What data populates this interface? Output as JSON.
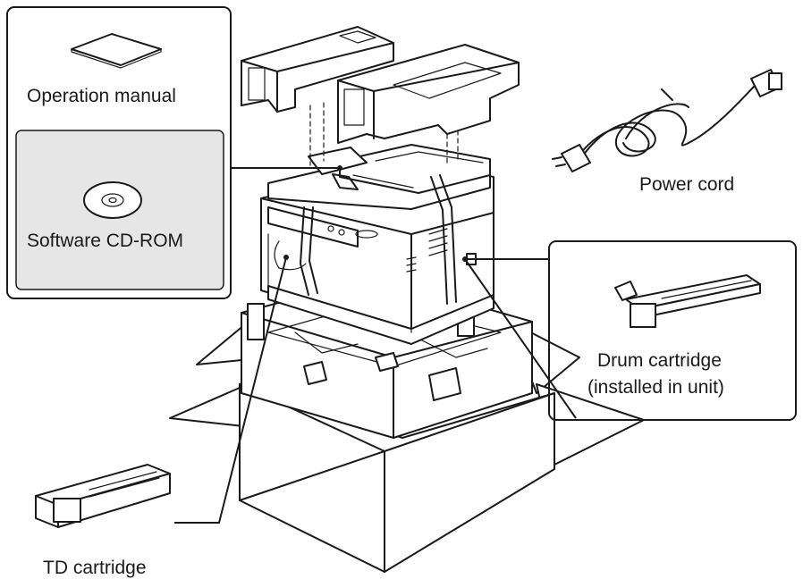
{
  "labels": {
    "operation_manual": "Operation manual",
    "software_cdrom": "Software CD-ROM",
    "power_cord": "Power cord",
    "drum_cartridge_line1": "Drum cartridge",
    "drum_cartridge_line2": "(installed in unit)",
    "td_cartridge": "TD cartridge"
  },
  "icons": [
    "manual-icon",
    "cd-rom-icon",
    "power-cord-icon",
    "drum-cartridge-icon",
    "td-cartridge-icon",
    "copier-unit",
    "packing-foam",
    "shipping-box"
  ],
  "colors": {
    "ink": "#1a1a1a",
    "panel": "#e6e6e6",
    "background": "#ffffff"
  }
}
